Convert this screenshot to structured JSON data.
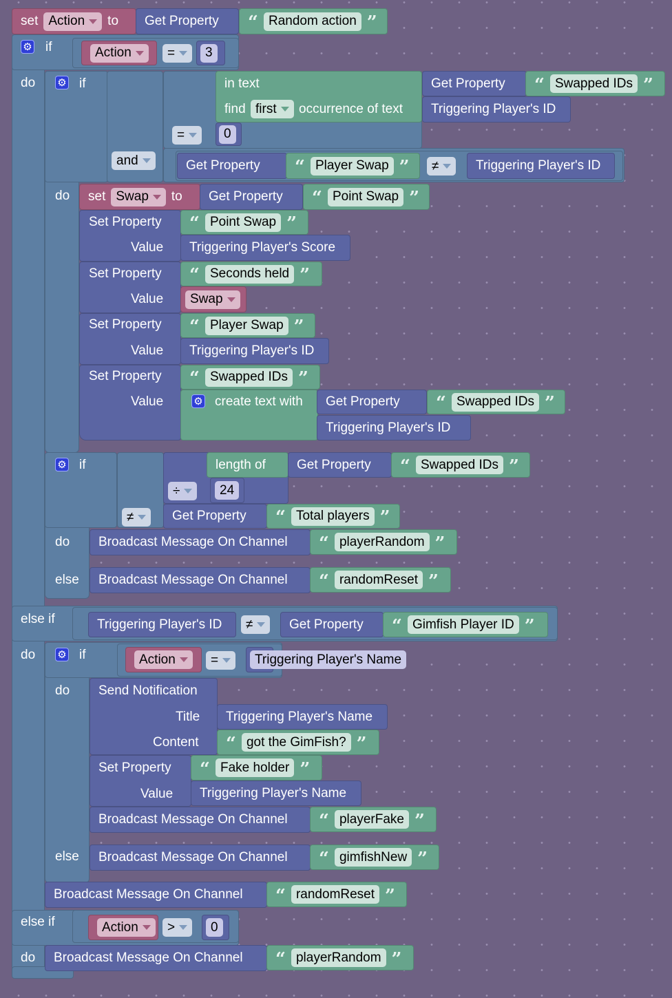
{
  "set_action": {
    "set": "set",
    "var": "Action",
    "to": "to",
    "get_property": "Get Property",
    "property": "Random action"
  },
  "if1": {
    "if": "if",
    "var": "Action",
    "op": "=",
    "value": "3",
    "do": "do"
  },
  "if_swap": {
    "if": "if",
    "in_text": "in text",
    "find": "find",
    "which": "first",
    "occurrence": "occurrence of text",
    "get_property": "Get Property",
    "property": "Swapped IDs",
    "triggering_id": "Triggering Player's ID",
    "op": "=",
    "value": "0",
    "and": "and",
    "get_property2": "Get Property",
    "property2": "Player Swap",
    "op2": "≠",
    "triggering_id2": "Triggering Player's ID",
    "do": "do"
  },
  "swap_stack": {
    "set": "set",
    "var": "Swap",
    "to": "to",
    "get_property": "Get Property",
    "property": "Point Swap",
    "set_property": "Set Property",
    "value": "Value",
    "sp1_prop": "Point Swap",
    "sp1_val": "Triggering Player's Score",
    "sp2_prop": "Seconds held",
    "sp2_val": "Swap",
    "sp3_prop": "Player Swap",
    "sp3_val": "Triggering Player's ID",
    "sp4_prop": "Swapped IDs",
    "create_text": "create text with",
    "ct_get": "Get Property",
    "ct_prop": "Swapped IDs",
    "ct_id": "Triggering Player's ID"
  },
  "if_count": {
    "if": "if",
    "length_of": "length of",
    "get_property": "Get Property",
    "property": "Swapped IDs",
    "div_op": "÷",
    "div_val": "24",
    "ne_op": "≠",
    "get_property2": "Get Property",
    "property2": "Total players",
    "do": "do",
    "else": "else",
    "broadcast": "Broadcast Message On Channel",
    "channel_do": "playerRandom",
    "channel_else": "randomReset"
  },
  "else_if1": {
    "label": "else if",
    "triggering_id": "Triggering Player's ID",
    "op": "≠",
    "get_property": "Get Property",
    "property": "Gimfish Player ID",
    "do": "do"
  },
  "if_gim": {
    "if": "if",
    "var": "Action",
    "op": "=",
    "value": "Triggering Player's Name",
    "do": "do",
    "else": "else",
    "send_notification": "Send Notification",
    "title_label": "Title",
    "title_value": "Triggering Player's Name",
    "content_label": "Content",
    "content_value": "got the GimFish?",
    "set_property": "Set Property",
    "prop": "Fake holder",
    "value_label": "Value",
    "broadcast": "Broadcast Message On Channel",
    "channel_fake": "playerFake",
    "channel_else": "gimfishNew"
  },
  "after_gim": {
    "broadcast": "Broadcast Message On Channel",
    "channel": "randomReset"
  },
  "else_if2": {
    "label": "else if",
    "var": "Action",
    "op": ">",
    "value": "0",
    "do": "do",
    "broadcast": "Broadcast Message On Channel",
    "channel": "playerRandom"
  }
}
